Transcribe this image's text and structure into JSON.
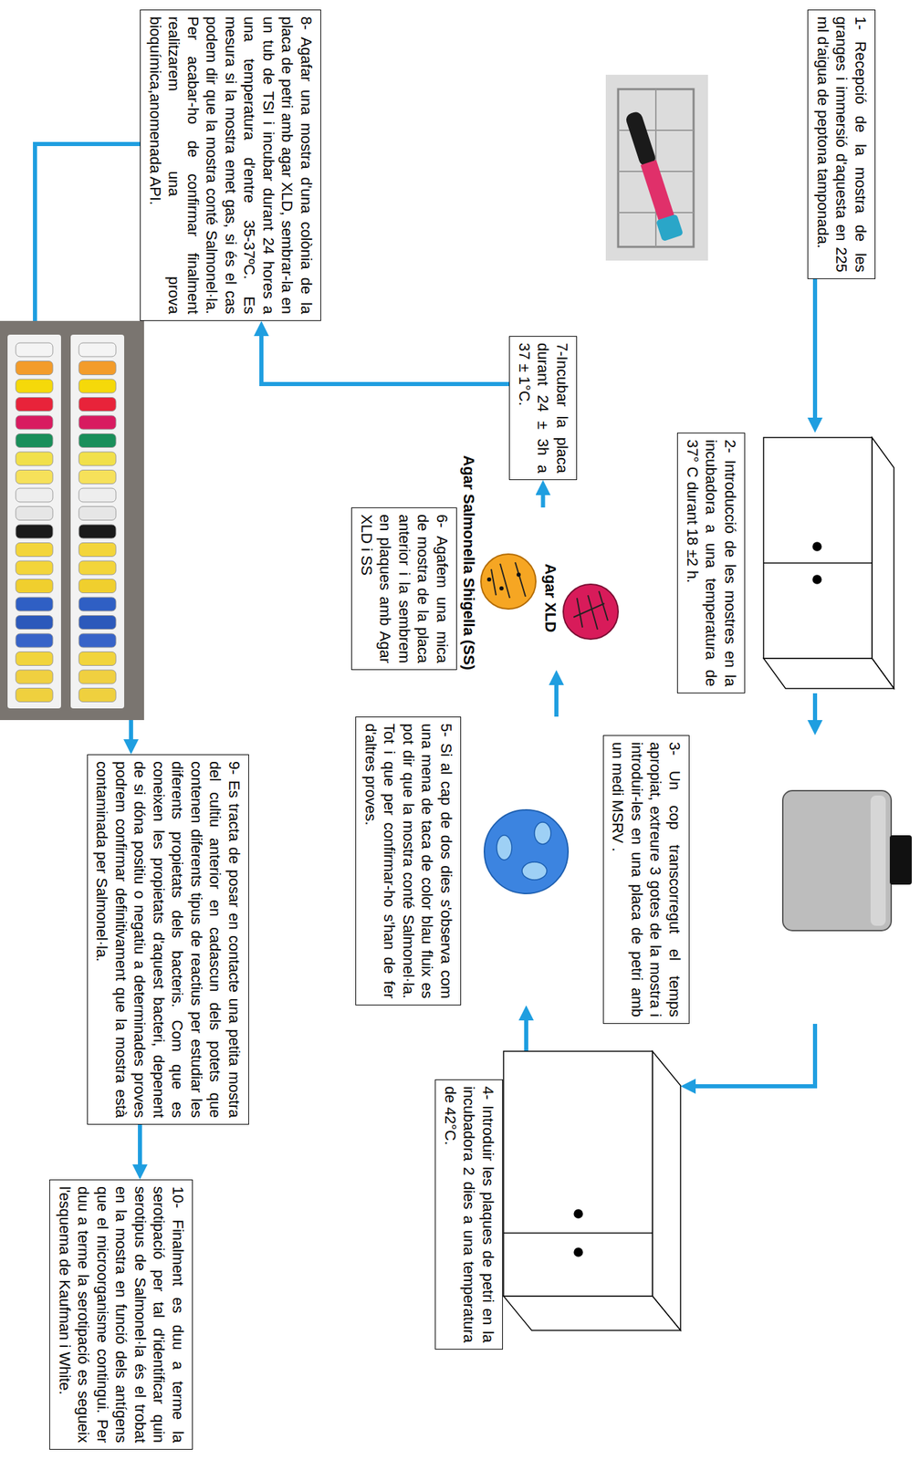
{
  "diagram": {
    "nodes": [
      {
        "text": [
          "1- Recepció de la mostra de les granges i immersió d'aquesta en 225 ml d'aigua de peptona tamponada."
        ]
      },
      {
        "text": [
          "2- Introducció de les mostres en la incubadora a una temperatura de 37° C durant 18 ±2 h."
        ]
      },
      {
        "text": [
          "3- Un cop transcorregut el temps apropiat, extreure 3 gotes de la mostra i introduir-les en una placa de petri amb un medi MSRV ."
        ]
      },
      {
        "text": [
          "4- Introduir les plaques de petri en la incubadora 2 dies a una temperatura de 42°C."
        ]
      },
      {
        "text": [
          "5- Si al cap de dos dies s'observa com una mena de taca de color blau fluix es pot dir que la mostra conté Salmonel·la. Tot i que per confirmar-ho s'han de fer d'altres proves."
        ]
      },
      {
        "text": [
          "6- Agafem una mica de mostra de la placa anterior i la sembrem en plaques amb Agar XLD i SS"
        ]
      },
      {
        "text": [
          "7-Incubar la placa durant 24 ± 3h a 37 ± 1°C."
        ]
      },
      {
        "text": [
          "8- Agafar una mostra d'una colònia de la placa de petri amb agar XLD, sembrar-la en un tub de TSI i incubar durant 24 hores a una temperatura d'entre 35-37ºC. Es mesura si la mostra emet gas, si és el cas podem dir que la mostra conté Salmonel·la. Per acabar-ho de confirmar finalment realitzarem una prova bioquímica,anomenada API."
        ]
      },
      {
        "text": [
          "9- Es tracta de posar en contacte una petita mostra del cultiu anterior en cadascun dels potets que contenen diferents tipus de reactius per estudiar les diferents propietats dels bacteris. Com que es coneixen les propietats d'aquest bacteri, depenent de si dóna positiu o negatiu a determinades proves podrem confirmar definitivament que la mostra està contaminada per Salmonel·la."
        ]
      },
      {
        "text": [
          "10- Finalment es duu a terme la serotipació per tal d'identificar quin serotipus de Salmonel·la és el trobat en la mostra en funció dels antígens que el microorganisme contingui. Per duu a terme la serotipació es segueix l'esquema de Kaufman i White."
        ]
      }
    ],
    "edges": [
      {
        "from": 0,
        "to": 1,
        "arrow": "to"
      },
      {
        "from": 1,
        "to": 2,
        "arrow": "to"
      },
      {
        "from": 2,
        "to": 3,
        "arrow": "to"
      },
      {
        "from": 3,
        "to": 4,
        "arrow": "to"
      },
      {
        "from": 4,
        "to": 5,
        "arrow": "to"
      },
      {
        "from": 5,
        "to": 6,
        "arrow": "to"
      },
      {
        "from": 6,
        "to": 7,
        "arrow": "to"
      },
      {
        "from": 7,
        "to": 8,
        "arrow": "to"
      },
      {
        "from": 8,
        "to": 9,
        "arrow": "to"
      }
    ],
    "labels": [
      "Agar XLD",
      "Agar Salmonella Shigella (SS)"
    ]
  }
}
